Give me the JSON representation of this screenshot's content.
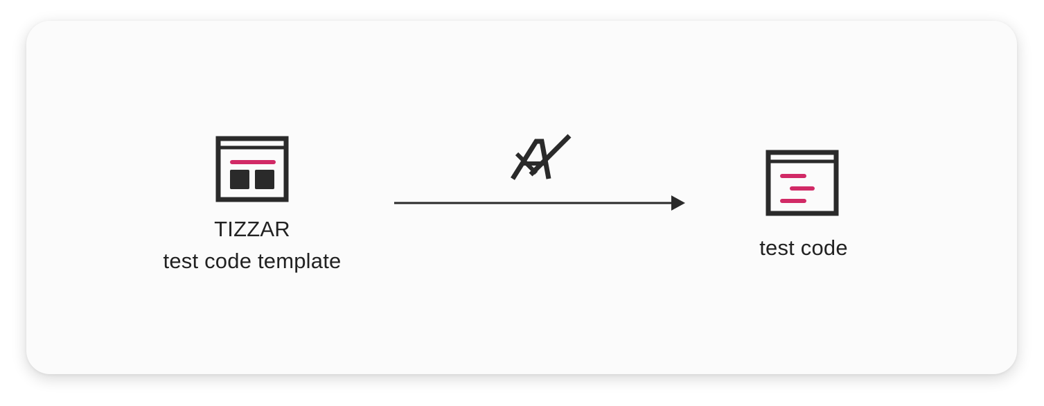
{
  "colors": {
    "ink": "#2a2a2a",
    "accent": "#d12a66",
    "card": "#fbfbfb"
  },
  "source": {
    "icon": "template-window-icon",
    "line1": "TIZZAR",
    "line2": "test code template"
  },
  "target": {
    "icon": "code-window-icon",
    "label": "test code"
  },
  "transform": {
    "icon": "arrow-right-icon",
    "symbol_icon": "crossed-out-A-icon"
  }
}
